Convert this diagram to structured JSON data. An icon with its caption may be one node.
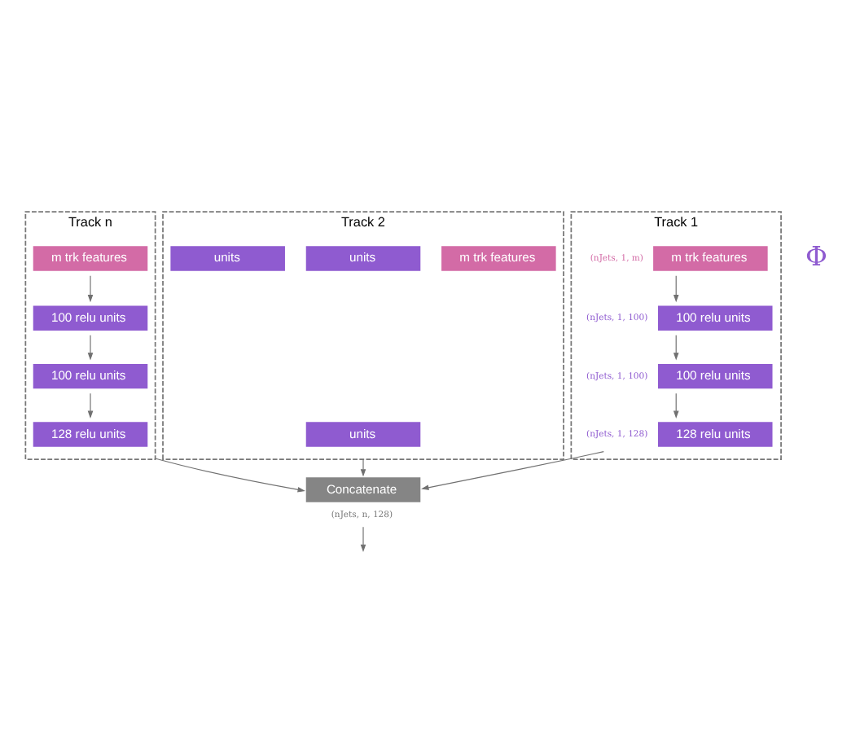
{
  "diagram": {
    "nodes": [
      {
        "text": [
          "Track n"
        ]
      },
      {
        "text": [
          "m trk features"
        ],
        "in": 0
      },
      {
        "text": [
          "100 relu units"
        ],
        "in": 0
      },
      {
        "text": [
          "100 relu units"
        ],
        "in": 0
      },
      {
        "text": [
          "128 relu units"
        ],
        "in": 0
      },
      {
        "text": [
          "Track 2"
        ]
      },
      {
        "text": [
          "m trk features"
        ],
        "in": 5
      },
      {
        "text": [
          "units"
        ],
        "in": 5
      },
      {
        "text": [
          "units"
        ],
        "in": 5
      },
      {
        "text": [
          "units"
        ],
        "in": 5
      },
      {
        "text": [
          "Track 1"
        ]
      },
      {
        "text": [
          "m trk features"
        ],
        "in": 10,
        "beside": [
          "(nJets, 1, m)"
        ]
      },
      {
        "text": [
          "100 relu units"
        ],
        "in": 10,
        "beside": [
          "(nJets, 1, 100)"
        ]
      },
      {
        "text": [
          "100 relu units"
        ],
        "in": 10,
        "beside": [
          "(nJets, 1, 100)"
        ]
      },
      {
        "text": [
          "128 relu units"
        ],
        "in": 10,
        "beside": [
          "(nJets, 1, 128)"
        ]
      },
      {
        "text": [
          "Concatenate"
        ],
        "beside": [
          "(nJets, n, 128)"
        ]
      }
    ],
    "edges": [
      {
        "from": 1,
        "to": 2,
        "arrow": "to"
      },
      {
        "from": 2,
        "to": 3,
        "arrow": "to"
      },
      {
        "from": 3,
        "to": 4,
        "arrow": "to"
      },
      {
        "from": 11,
        "to": 12,
        "arrow": "to"
      },
      {
        "from": 12,
        "to": 13,
        "arrow": "to"
      },
      {
        "from": 13,
        "to": 14,
        "arrow": "to"
      },
      {
        "from": 0,
        "to": 15,
        "arrow": "to"
      },
      {
        "from": 5,
        "to": 15,
        "arrow": "to"
      },
      {
        "from": 14,
        "to": 15,
        "arrow": "to"
      },
      {
        "from": 15,
        "to": null,
        "arrow": "to"
      }
    ],
    "labels": [
      "Φ"
    ]
  }
}
